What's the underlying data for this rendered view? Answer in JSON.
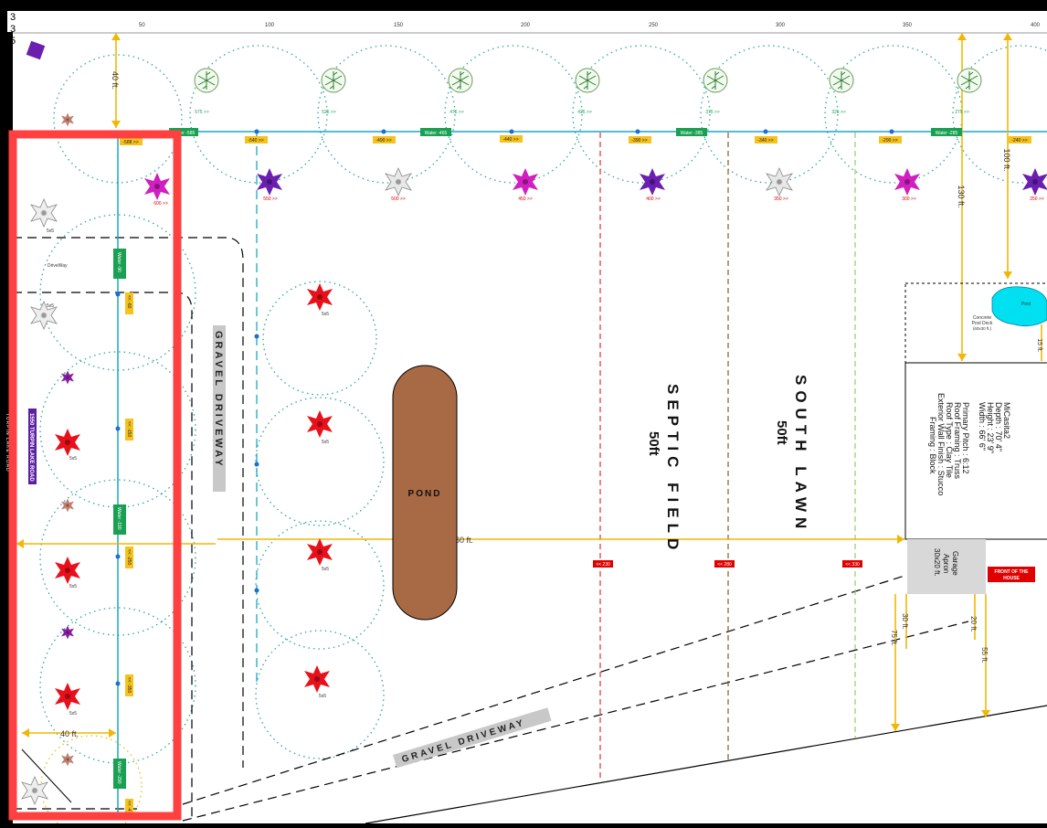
{
  "corner_numbers": [
    "3",
    "3",
    "5"
  ],
  "ruler": {
    "ticks": [
      "50",
      "100",
      "150",
      "200",
      "250",
      "300",
      "350",
      "400"
    ]
  },
  "labels": {
    "dim_40_top": "40 ft.",
    "dim_40_bottom": "40 ft.",
    "dim_100": "100 ft.",
    "dim_130": "130 ft.",
    "dim_60": "60 ft.",
    "dim_15": "15 ft.",
    "dim_30": "30 ft.",
    "dim_75": "75 ft.",
    "dim_20": "20 ft.",
    "dim_55": "55 ft.",
    "driveway_small": "DriveWay",
    "gravel_vertical": "GRAVEL DRIVEWAY",
    "gravel_diag": "GRAVEL DRIVEWAY",
    "pond": "POND",
    "septic": "SEPTIC FIELD",
    "septic_size": "50ft",
    "lawn": "SOUTH LAWN",
    "lawn_size": "50ft",
    "road_badge": "1550 TURPIN LAKE ROAD",
    "road_edge": "TURPIN LAKE ROAD",
    "pool": "Pool",
    "pool_deck_1": "Concrete",
    "pool_deck_2": "Pool Deck",
    "pool_deck_3": "(60x30 ft.)",
    "garage_1": "Garage",
    "garage_2": "Apron",
    "garage_3": "30x20 ft.",
    "front_1": "FRONT OF THE",
    "front_2": "HOUSE",
    "house": [
      "MiCasita2",
      "Depth : 70' 4\"",
      "Height : 23' 9\"",
      "Width : 66' 6\"",
      "",
      "Primary Pitch : 6:12",
      "Roof Framing : Truss",
      "Roof Type : Clay Tile",
      "Exterior Wall Finish : Stucco",
      "Framing : Block"
    ]
  },
  "water_tags": [
    "Water -585",
    "Water -465",
    "Water -385",
    "Water -285",
    "Water -90",
    "Water -190",
    "Water -290"
  ],
  "yellow_tags_top": [
    "-588 >>",
    "-540 >>",
    "-490 >>",
    "-440 >>",
    "-390 >>",
    "-340 >>",
    "-290 >>",
    "-240 >>"
  ],
  "yellow_tags_vertical": [
    "<< -60",
    "<< -150",
    "<< -250",
    "<< -350",
    "<< -4"
  ],
  "green_numbers": [
    "575 >>",
    "525 >>",
    "475 >>",
    "425 >>",
    "375 >>",
    "325 >>",
    "275 >>"
  ],
  "red_numbers": [
    "550 >>",
    "500 >>",
    "450 >>",
    "400 >>",
    "350 >>",
    "300 >>",
    "250 >>",
    "600 >>"
  ],
  "red_tags": [
    "<< 230",
    "<< 280",
    "<< 330"
  ],
  "plant_size_label": "5x5",
  "colors": {
    "highlight": "#ff4040",
    "irrigation": "#1aa7c7",
    "dimension": "#f2b705",
    "pond": "#a86a44",
    "water_tag": "#1aa052",
    "yellow_tag": "#f6c21c",
    "red_tag": "#e00000",
    "pool": "#00e0f0"
  }
}
